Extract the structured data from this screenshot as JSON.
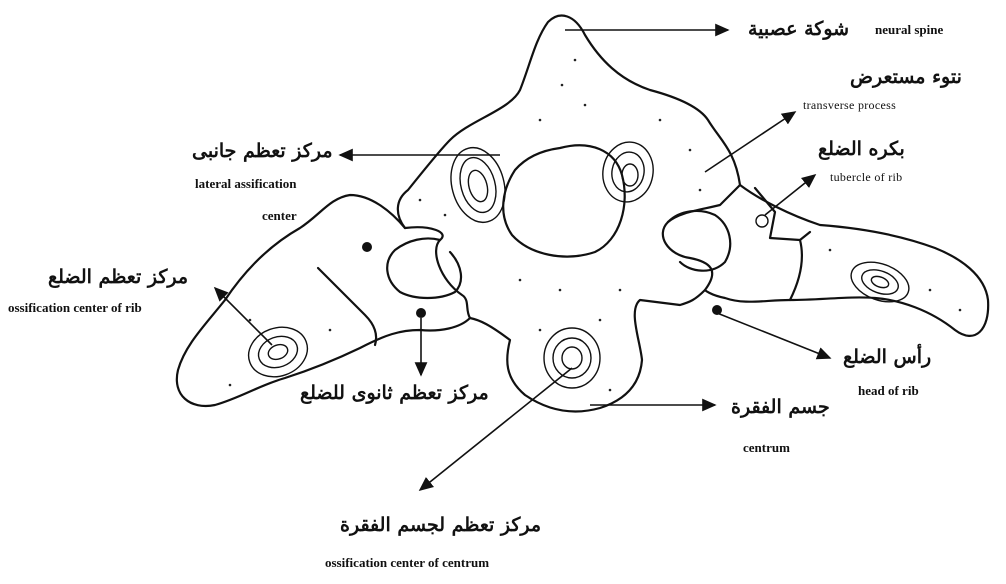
{
  "labels": {
    "neural_spine": {
      "ar": "شوكة عصبية",
      "en": "neural spine"
    },
    "transverse_process": {
      "ar": "نتوء مستعرض",
      "en": "transverse process"
    },
    "tubercle_of_rib": {
      "ar": "بكره الضلع",
      "en": "tubercle of rib"
    },
    "lateral_ossification": {
      "ar": "مركز تعظم جانبى",
      "en_line1": "lateral assification",
      "en_line2": "center"
    },
    "ossification_center_rib": {
      "ar": "مركز تعظم الضلع",
      "en": "ossification center of rib"
    },
    "secondary_ossification_rib": {
      "ar": "مركز تعظم ثانوى للضلع"
    },
    "head_of_rib": {
      "ar": "رأس الضلع",
      "en": "head of rib"
    },
    "centrum": {
      "ar": "جسم الفقرة",
      "en": "centrum"
    },
    "ossification_center_centrum": {
      "ar": "مركز تعظم لجسم الفقرة",
      "en": "ossification center of centrum"
    }
  }
}
